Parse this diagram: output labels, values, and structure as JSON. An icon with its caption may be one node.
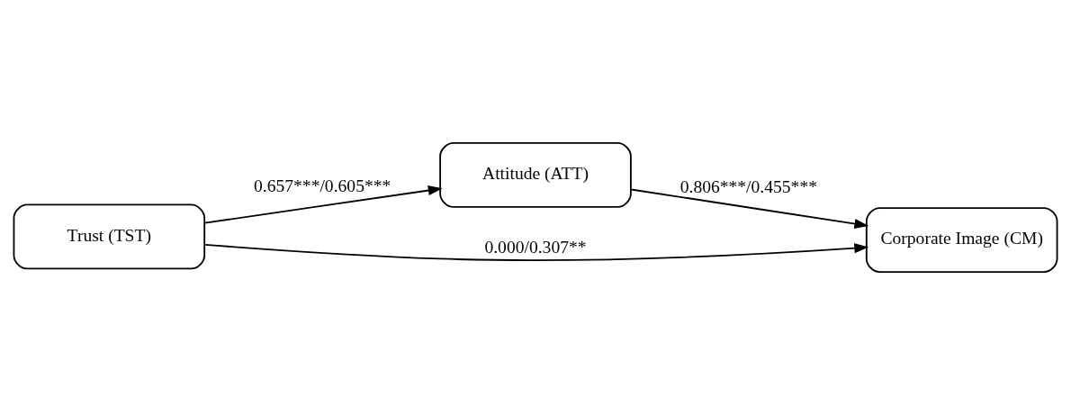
{
  "diagram": {
    "nodes": [
      {
        "text": [
          "Attitude (ATT)"
        ]
      },
      {
        "text": [
          "Trust (TST)"
        ]
      },
      {
        "text": [
          "Corporate Image (CM)"
        ]
      }
    ],
    "edges": [
      {
        "from": 1,
        "to": 0,
        "arrow": "to",
        "label": "0.657***/0.605***"
      },
      {
        "from": 0,
        "to": 2,
        "arrow": "to",
        "label": "0.806***/0.455***"
      },
      {
        "from": 1,
        "to": 2,
        "arrow": "to",
        "label": "0.000/0.307**"
      }
    ]
  }
}
